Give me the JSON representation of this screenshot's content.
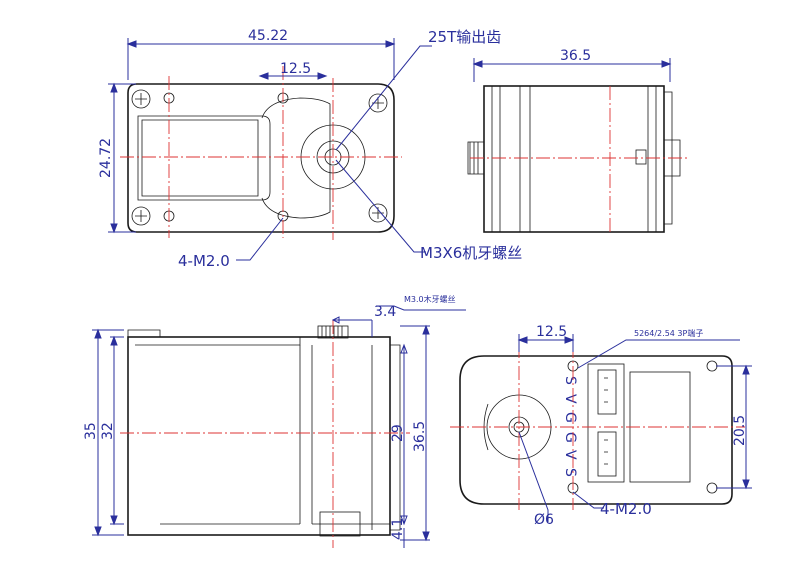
{
  "top_view": {
    "dim_width": "45.22",
    "dim_hole_spacing": "12.5",
    "dim_height": "24.72",
    "label_output": "25T输出齿",
    "label_screw": "M3X6机牙螺丝",
    "label_holes": "4-M2.0"
  },
  "side_view": {
    "dim_length": "36.5"
  },
  "front_view": {
    "dim_outer_height": "35",
    "dim_inner_height": "32",
    "dim_offset": "3.4",
    "label_screw": "M3.0木牙螺丝",
    "dim_body_height": "29",
    "dim_total_height": "36.5",
    "dim_bottom": "4.1"
  },
  "bottom_view": {
    "dim_hole_spacing": "12.5",
    "label_connector": "5264/2.54 3P端子",
    "pin_labels": [
      "S",
      "V",
      "G",
      "G",
      "V",
      "S"
    ],
    "dim_height": "20.5",
    "dim_shaft": "Ø6",
    "label_holes": "4-M2.0"
  }
}
